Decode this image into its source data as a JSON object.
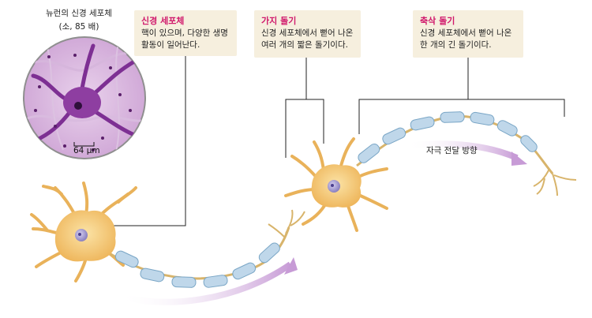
{
  "micrograph": {
    "title": "뉴런의 신경 세포체",
    "magnification": "(소, 85 배)",
    "scale_label": "64 μm"
  },
  "callouts": {
    "cell_body": {
      "title": "신경 세포체",
      "text": "핵이 있으며, 다양한 생명 활동이 일어난다."
    },
    "dendrite": {
      "title": "가지 돌기",
      "text": "신경 세포체에서 뻗어 나온 여러 개의 짧은 돌기이다."
    },
    "axon": {
      "title": "축삭 돌기",
      "text": "신경 세포체에서 뻗어 나온 한 개의 긴 돌기이다."
    }
  },
  "arrow_label": "자극 전달 방향",
  "colors": {
    "cell_body": "#f2c36b",
    "nucleus": "#9b93c9",
    "myelin": "#bfd7ea",
    "myelin_edge": "#7aa6c6",
    "arrow": "#c9a6d6",
    "callout_bg": "#f6efde",
    "callout_title": "#d0186b",
    "micrograph_stain": "#8e3ea1"
  }
}
